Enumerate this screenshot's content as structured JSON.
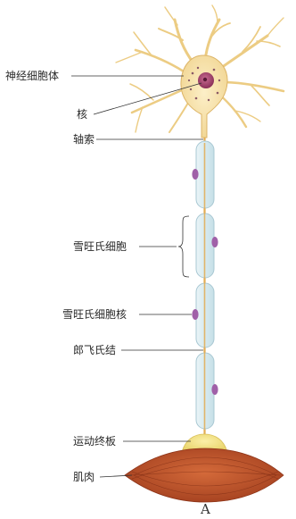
{
  "labels": {
    "soma": "神经细胞体",
    "nucleus": "核",
    "axon": "轴索",
    "schwann_cell": "雪旺氏细胞",
    "schwann_nucleus": "雪旺氏细胞核",
    "node_of_ranvier": "郎飞氏结",
    "motor_end_plate": "运动终板",
    "muscle": "肌肉"
  },
  "figure_letter": "A",
  "colors": {
    "neuron_body": "#f5dea0",
    "neuron_edge": "#d9b469",
    "nucleus": "#a4466e",
    "myelin": "#dcedf2",
    "myelin_edge": "#a9c8d3",
    "axon_core": "#e7b45a",
    "schwann_nucleus": "#a060a8",
    "end_plate": "#f2e080",
    "muscle": "#c0532b"
  }
}
